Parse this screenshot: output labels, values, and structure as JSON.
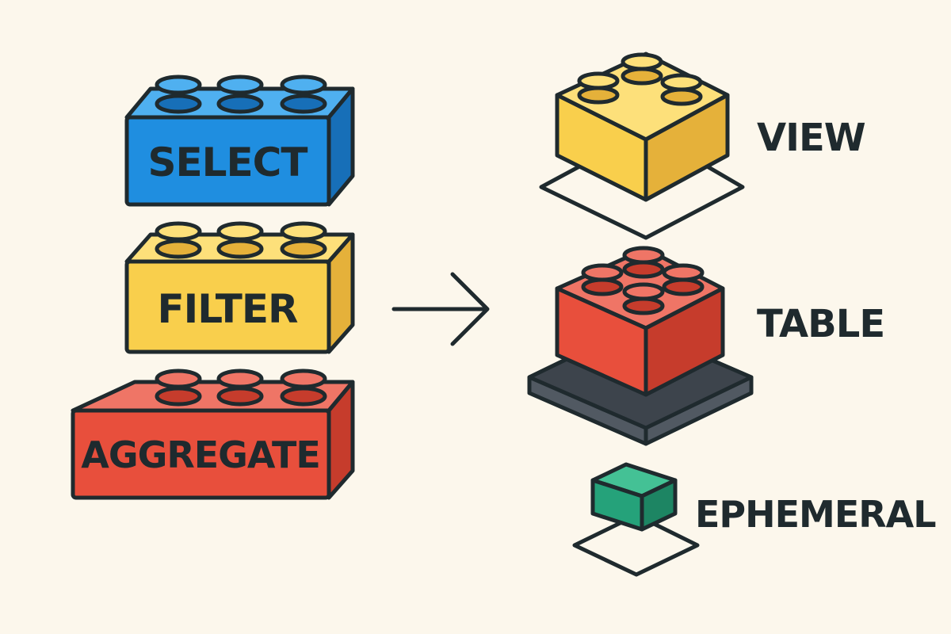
{
  "colors": {
    "background": "#fcf7ec",
    "outline": "#1f2a2e",
    "blue": "#1f8ee0",
    "blue_top": "#4fb0f0",
    "blue_side": "#176fb8",
    "yellow": "#f9cf4c",
    "yellow_top": "#fde07a",
    "yellow_side": "#e5b13a",
    "red": "#e84f3c",
    "red_top": "#ef7566",
    "red_side": "#c63c2c",
    "green": "#25a27a",
    "green_top": "#44c195",
    "green_side": "#1d8563",
    "base_dark": "#515962",
    "base_dark_top": "#3d444c"
  },
  "stack": {
    "select_label": "SELECT",
    "filter_label": "FILTER",
    "aggregate_label": "AGGREGATE"
  },
  "arrow_icon": "arrow-right-icon",
  "outputs": {
    "view_label": "VIEW",
    "table_label": "TABLE",
    "ephemeral_label": "EPHEMERAL"
  }
}
